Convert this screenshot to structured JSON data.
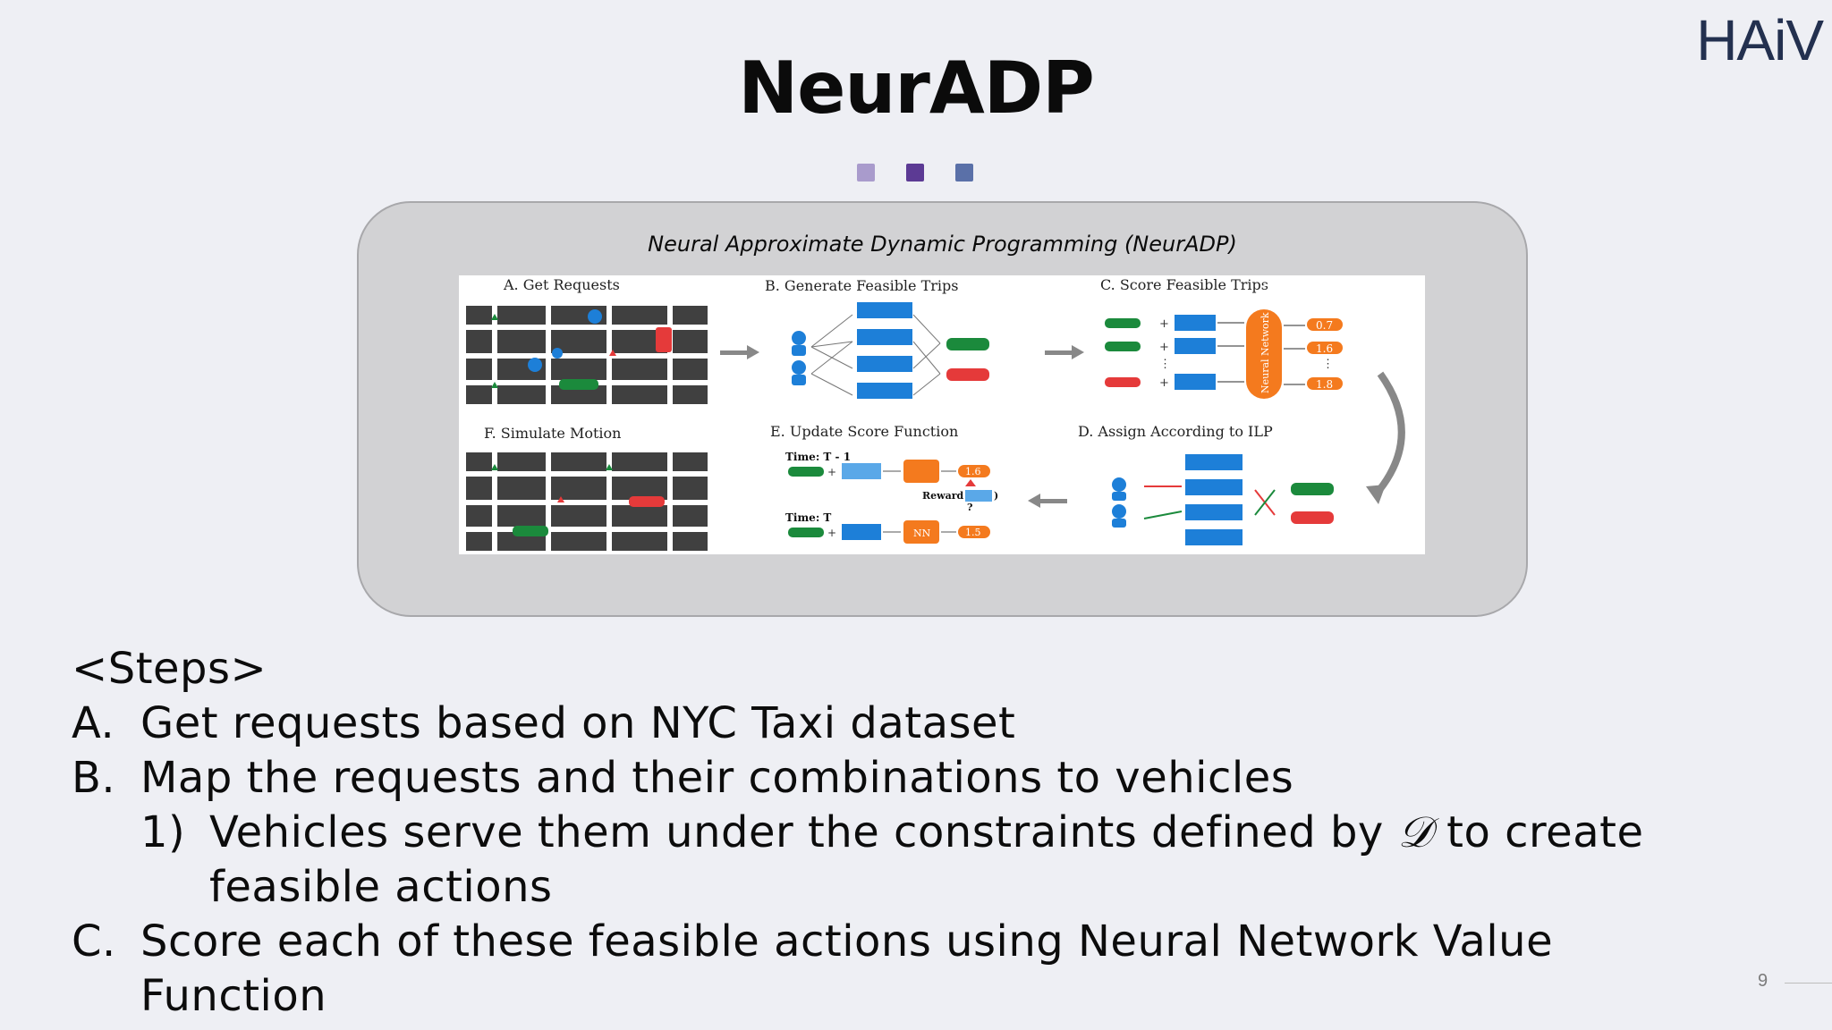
{
  "brand": {
    "logo_text": "HAiV"
  },
  "slide": {
    "title": "NeurADP",
    "page_number": "9",
    "dot_colors": [
      "#a99bcc",
      "#5c3a94",
      "#5a70a8"
    ]
  },
  "panel": {
    "caption": "Neural Approximate Dynamic Programming (NeurADP)"
  },
  "figure": {
    "section_a": "A. Get Requests",
    "section_b": "B. Generate Feasible Trips",
    "section_c": "C. Score Feasible Trips",
    "section_d": "D. Assign According to ILP",
    "section_e": "E. Update Score Function",
    "section_f": "F. Simulate Motion",
    "scores_c": [
      "0.7",
      "1.6",
      "1.8"
    ],
    "nn_label": "Neural Network (NN)",
    "nn_short": "NN",
    "time_prev": "Time: T - 1",
    "time_curr": "Time: T",
    "reward_label": "Reward (",
    "reward_close": ")",
    "question_mark": "?",
    "score_e_top": "1.6",
    "score_e_bottom": "1.5",
    "plus": "+",
    "dots_v": "⋮"
  },
  "steps": {
    "header": "<Steps>",
    "items": [
      {
        "marker": "A.",
        "text": "Get requests based on NYC Taxi dataset"
      },
      {
        "marker": "B.",
        "text": "Map the requests and their combinations to vehicles"
      }
    ],
    "sub": {
      "marker": "1)",
      "text_before": "Vehicles serve them under the constraints defined by ",
      "math_symbol": "𝒟",
      "text_after": " to create",
      "text_line2": "feasible actions"
    },
    "item_c": {
      "marker": "C.",
      "text_line1": "Score each of these feasible actions using Neural Network Value",
      "text_line2": "Function"
    }
  }
}
